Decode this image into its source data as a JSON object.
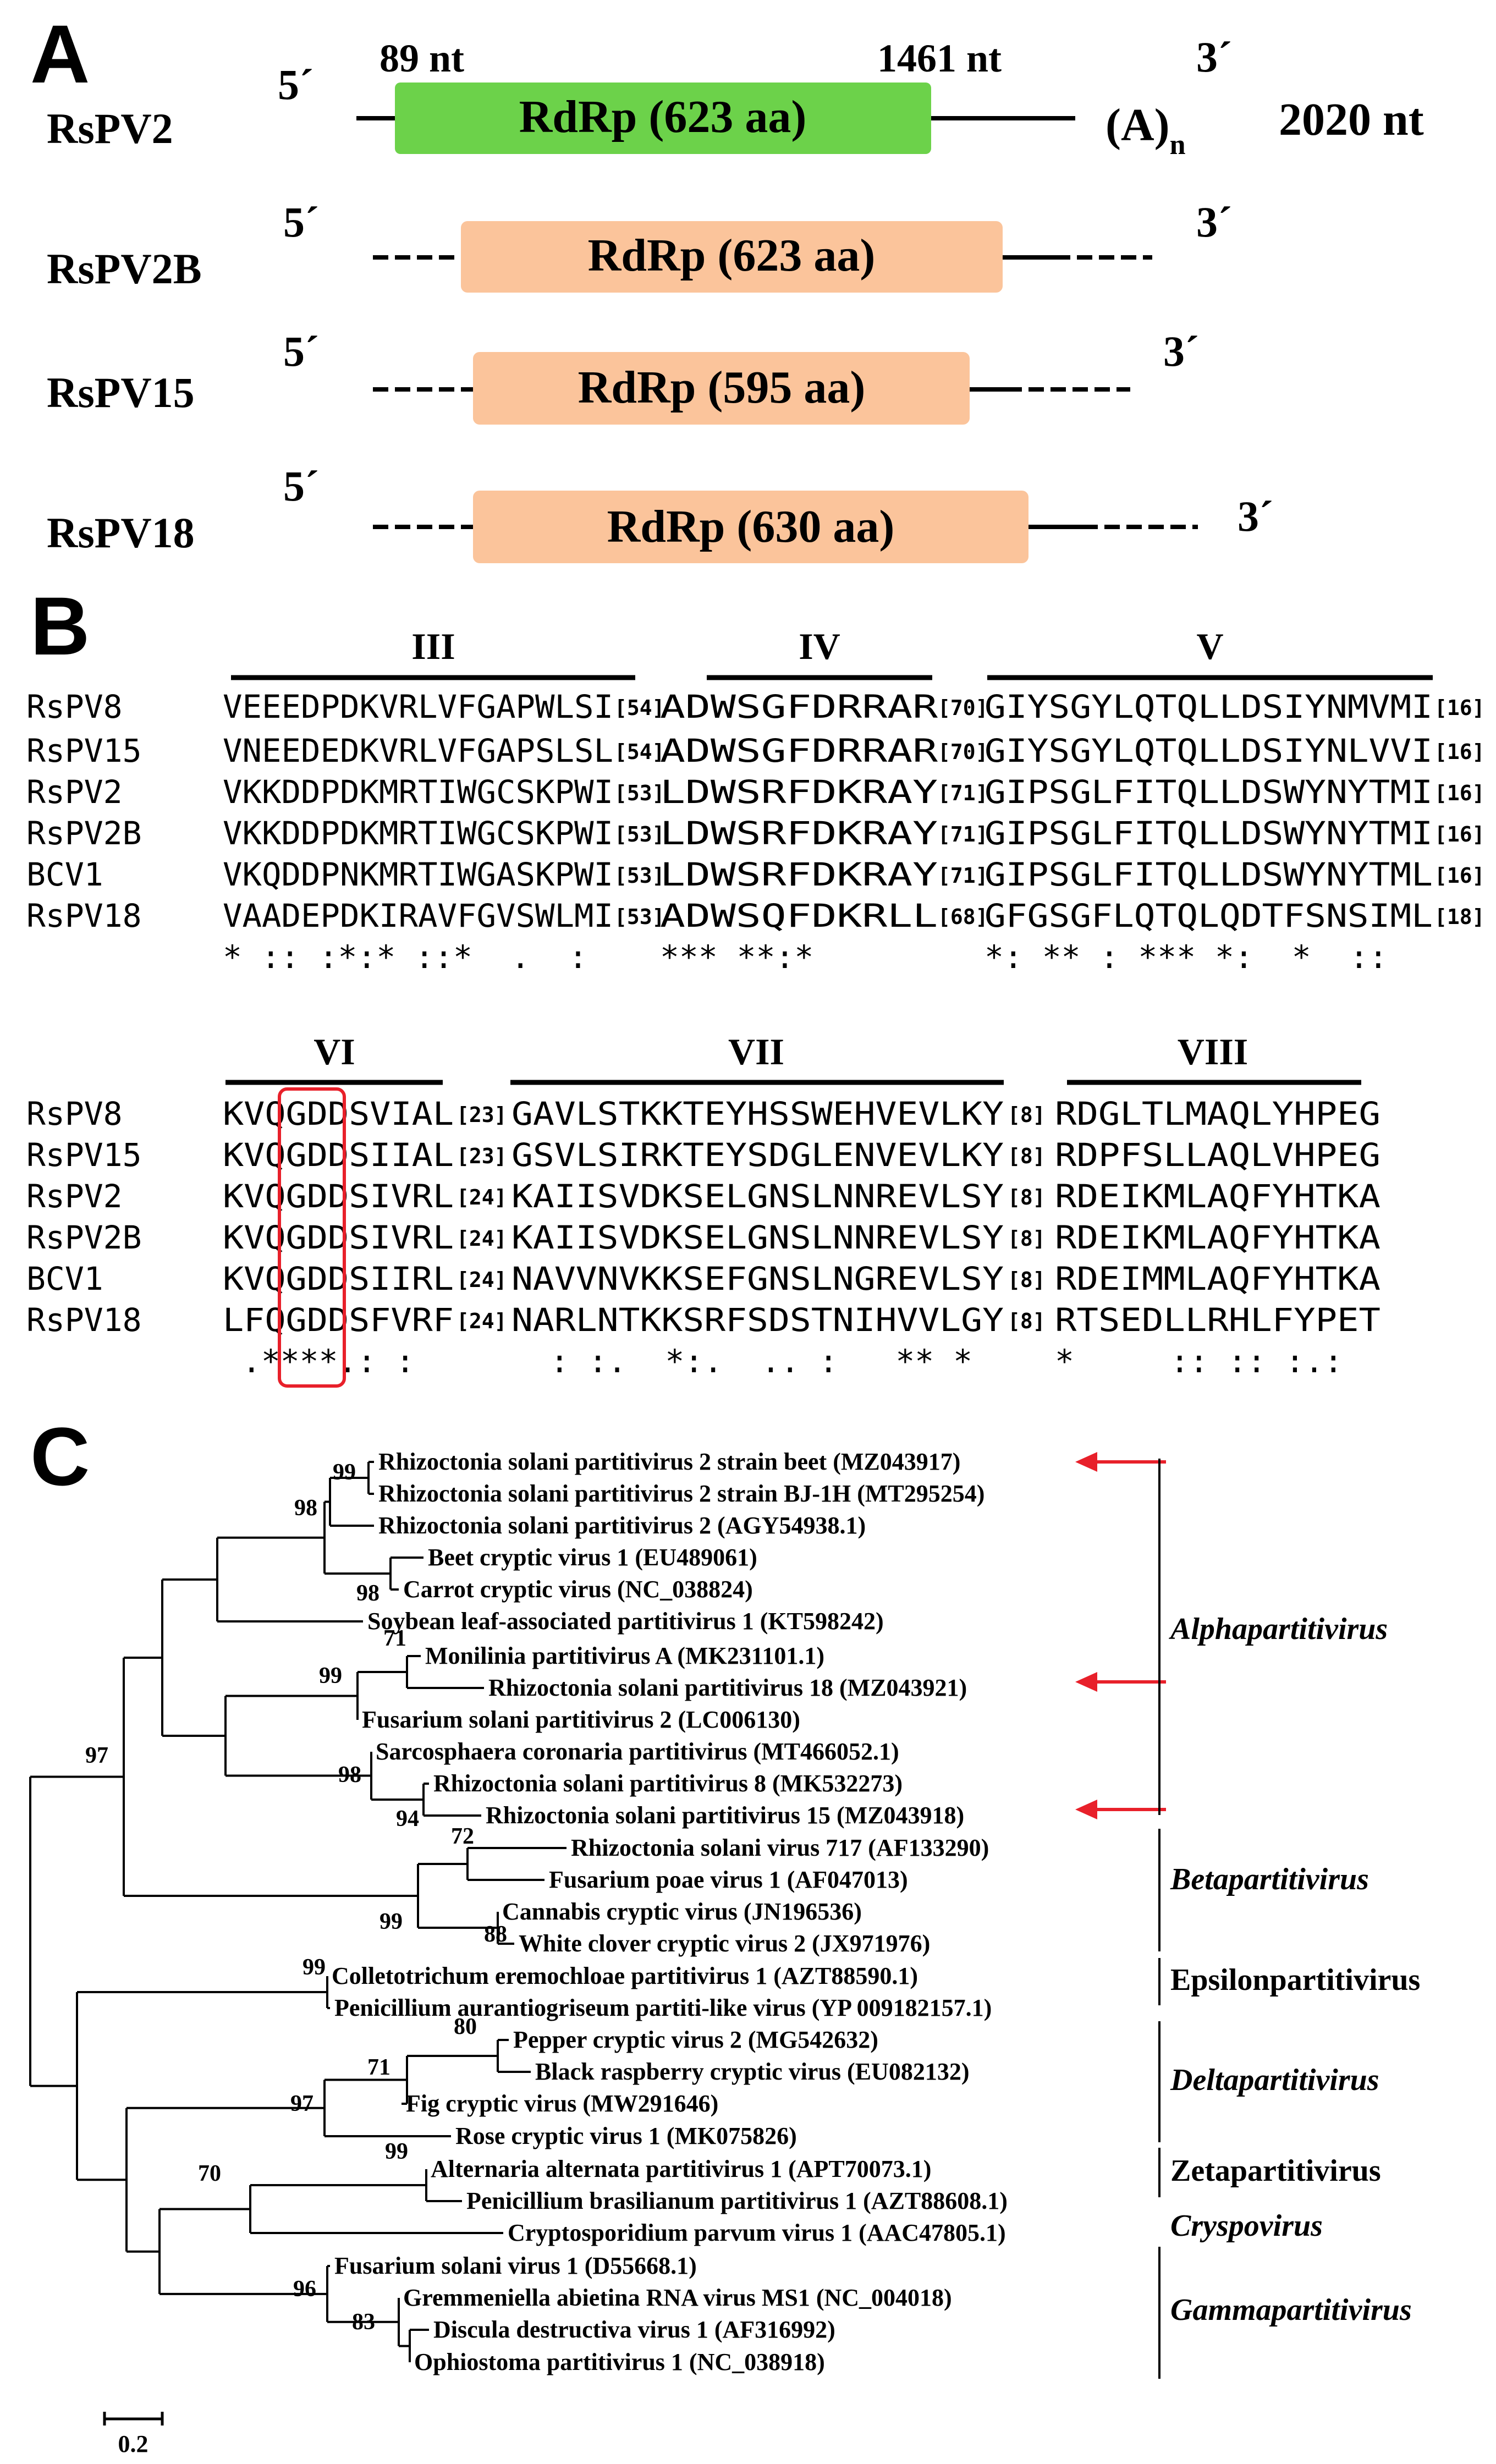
{
  "panels": {
    "a": "A",
    "b": "B",
    "c": "C"
  },
  "genome": {
    "rows": [
      {
        "name": "RsPV2",
        "protein": "RdRp (623 aa)",
        "five": "5´",
        "three": "3´",
        "start": "89 nt",
        "end": "1461 nt",
        "polya_main": "(A)",
        "polya_sub": "n",
        "length": "2020 nt"
      },
      {
        "name": "RsPV2B",
        "protein": "RdRp (623 aa)",
        "five": "5´",
        "three": "3´"
      },
      {
        "name": "RsPV15",
        "protein": "RdRp (595 aa)",
        "five": "5´",
        "three": "3´"
      },
      {
        "name": "RsPV18",
        "protein": "RdRp (630 aa)",
        "five": "5´",
        "three": "3´"
      }
    ],
    "colors": {
      "rspv2": "#6cd24a",
      "others": "#fbc49b"
    }
  },
  "alignment": {
    "block1": {
      "motifs": [
        "III",
        "IV",
        "V"
      ],
      "names": [
        "RsPV8",
        "RsPV15",
        "RsPV2",
        "RsPV2B",
        "BCV1",
        "RsPV18"
      ],
      "seg1": [
        "VEEEDPDKVRLVFGAPWLSI",
        "VNEEDEDKVRLVFGAPSLSL",
        "VKKDDPDKMRTIWGCSKPWI",
        "VKKDDPDKMRTIWGCSKPWI",
        "VKQDDPNKMRTIWGASKPWI",
        "VAADEPDKIRAVFGVSWLMI"
      ],
      "gap1": [
        "[54]",
        "[54]",
        "[53]",
        "[53]",
        "[53]",
        "[53]"
      ],
      "seg2": [
        "ADWSGFDRRAR",
        "ADWSGFDRRAR",
        "LDWSRFDKRAY",
        "LDWSRFDKRAY",
        "LDWSRFDKRAY",
        "ADWSQFDKRLL"
      ],
      "gap2": [
        "[70]",
        "[70]",
        "[71]",
        "[71]",
        "[71]",
        "[68]"
      ],
      "seg3": [
        "GIYSGYLQTQLLDSIYNMVMI",
        "GIYSGYLQTQLLDSIYNLVVI",
        "GIPSGLFITQLLDSWYNYTMI",
        "GIPSGLFITQLLDSWYNYTMI",
        "GIPSGLFITQLLDSWYNYTML",
        "GFGSGFLQTQLQDTFSNSIML"
      ],
      "gap3": [
        "[16]",
        "[16]",
        "[16]",
        "[16]",
        "[16]",
        "[18]"
      ],
      "cons1": "* :: :*:* ::*  .  :",
      "cons2": "*** **:*",
      "cons3": "*: ** : *** *:  *  ::"
    },
    "block2": {
      "motifs": [
        "VI",
        "VII",
        "VIII"
      ],
      "names": [
        "RsPV8",
        "RsPV15",
        "RsPV2",
        "RsPV2B",
        "BCV1",
        "RsPV18"
      ],
      "seg1": [
        "KVQGDDSVIAL",
        "KVQGDDSIIAL",
        "KVQGDDSIVRL",
        "KVQGDDSIVRL",
        "KVQGDDSIIRL",
        "LFQGDDSFVRF"
      ],
      "gap1": [
        "[23]",
        "[23]",
        "[24]",
        "[24]",
        "[24]",
        "[24]"
      ],
      "seg2": [
        "GAVLSTKKTEYHSSWEHVEVLKY",
        "GSVLSIRKTEYSDGLENVEVLKY",
        "KAIISVDKSELGNSLNNREVLSY",
        "KAIISVDKSELGNSLNNREVLSY",
        "NAVVNVKKSEFGNSLNGREVLSY",
        "NARLNTKKSRFSDSTNIHVVLGY"
      ],
      "gap2": [
        "[8]",
        "[8]",
        "[8]",
        "[8]",
        "[8]",
        "[8]"
      ],
      "seg3": [
        "RDGLTLMAQLYHPEG",
        "RDPFSLLAQLVHPEG",
        "RDEIKMLAQFYHTKA",
        "RDEIKMLAQFYHTKA",
        "RDEIMMLAQFYHTKA",
        "RTSEDLLRHLFYPET"
      ],
      "cons1": " .****.: :",
      "cons2": "  : :.  *:.  .. :   ** *",
      "cons3": "*     :: :: :.:"
    }
  },
  "tree": {
    "taxa": [
      "Rhizoctonia solani partitivirus 2 strain beet (MZ043917)",
      "Rhizoctonia solani partitivirus 2 strain BJ-1H (MT295254)",
      "Rhizoctonia solani partitivirus 2 (AGY54938.1)",
      "Beet cryptic virus 1 (EU489061)",
      "Carrot cryptic virus (NC_038824)",
      "Soybean leaf-associated partitivirus 1 (KT598242)",
      "Monilinia partitivirus A (MK231101.1)",
      "Rhizoctonia solani partitivirus 18 (MZ043921)",
      "Fusarium solani partitivirus 2 (LC006130)",
      "Sarcosphaera coronaria partitivirus (MT466052.1)",
      "Rhizoctonia solani partitivirus 8 (MK532273)",
      "Rhizoctonia solani partitivirus 15 (MZ043918)",
      "Rhizoctonia solani virus 717 (AF133290)",
      "Fusarium poae virus 1 (AF047013)",
      "Cannabis cryptic virus (JN196536)",
      "White clover cryptic virus 2 (JX971976)",
      "Colletotrichum eremochloae partitivirus 1 (AZT88590.1)",
      "Penicillium aurantiogriseum partiti-like virus (YP 009182157.1)",
      "Pepper cryptic virus 2 (MG542632)",
      "Black raspberry cryptic virus (EU082132)",
      "Fig cryptic virus (MW291646)",
      "Rose cryptic virus 1 (MK075826)",
      "Alternaria alternata partitivirus 1 (APT70073.1)",
      "Penicillium brasilianum partitivirus 1 (AZT88608.1)",
      "Cryptosporidium parvum virus 1 (AAC47805.1)",
      "Fusarium solani virus 1 (D55668.1)",
      "Gremmeniella abietina RNA virus MS1 (NC_004018)",
      "Discula destructiva virus 1 (AF316992)",
      "Ophiostoma partitivirus 1 (NC_038918)"
    ],
    "bootstrap": [
      "99",
      "98",
      "98",
      "71",
      "99",
      "98",
      "94",
      "97",
      "72",
      "99",
      "88",
      "99",
      "80",
      "71",
      "97",
      "99",
      "70",
      "96",
      "83"
    ],
    "genera": [
      "Alphapartitivirus",
      "Betapartitivirus",
      "Epsilonpartitivirus",
      "Deltapartitivirus",
      "Zetapartitivirus",
      "Cryspovirus",
      "Gammapartitivirus"
    ],
    "scale": "0.2",
    "arrow_color": "#e8202a"
  }
}
